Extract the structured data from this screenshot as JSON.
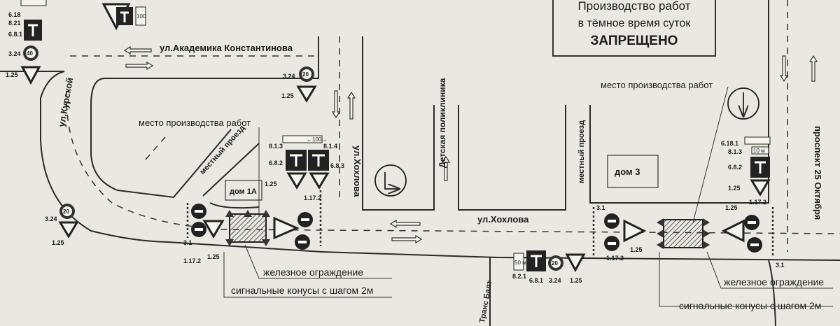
{
  "notice": {
    "line1": "Производство работ",
    "line2": "в тёмное время суток",
    "line3": "ЗАПРЕЩЕНО"
  },
  "streets": {
    "konstantinova": "ул.Академика Константинова",
    "kurskaya": "ул.Курской",
    "khokhlova_v": "ул.Хохлова",
    "khokhlova_h": "ул.Хохлова",
    "oktyabrya": "проспект 25 Октября"
  },
  "places": {
    "clinic": "Детская поликлиника",
    "local_left": "местный проезд",
    "local_right": "местный проезд",
    "house_left": "дом 1А",
    "house_right": "дом 3",
    "trans": "Транс Балт"
  },
  "labels": {
    "work_site_left": "место производства работ",
    "work_site_right": "место производства работ",
    "fence_left": "железное ограждение",
    "fence_right": "железное ограждение",
    "cones_left": "сигнальные конусы с шагом 2м",
    "cones_right": "сигнальные конусы с шагом 2м"
  },
  "sign_codes": {
    "c618": "6.18",
    "c821": "8.21",
    "c681": "6.8.1",
    "c324": "3.24",
    "c125": "1.25",
    "a324": "3.24",
    "a125": "1.25",
    "b813": "8.1.3",
    "b682": "6.8.2",
    "b814": "8.1.4",
    "b683": "6.8.3",
    "b125": "1.25",
    "b1172": "1.17.2",
    "d324": "3.24",
    "d125": "1.25",
    "e31": "3.1",
    "e1172": "1.17.2",
    "e125": "1.25",
    "f821": "8.2.1",
    "f681": "6.8.1",
    "f324": "3.24",
    "f125": "1.25",
    "g31": "3.1",
    "g1172": "1.17.2",
    "g125": "1.25",
    "h6181": "6.18.1",
    "h813": "8.1.3",
    "h682": "6.8.2",
    "h125": "1.25",
    "h1172": "1.17.2",
    "h31": "3.1",
    "h125b": "1.25"
  },
  "sign_values": {
    "speed_40": "40",
    "speed_20_a": "20",
    "speed_20_b": "20",
    "speed_20_c": "20",
    "dist_100": "100",
    "dist_100_b": "←100→",
    "dist_10": "10 м",
    "dist_50": "50 м"
  }
}
